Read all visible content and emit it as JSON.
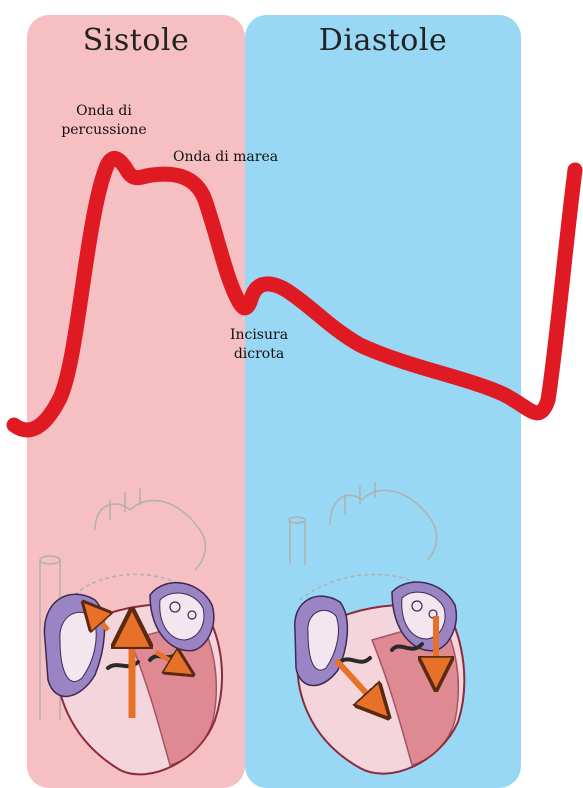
{
  "phases": {
    "systole": "Sistole",
    "diastole": "Diastole"
  },
  "waveform_labels": {
    "percussion_wave": "Onda di percussione",
    "tidal_wave": "Onda di marea",
    "dicrotic_notch": "Incisura dicrota"
  },
  "colors": {
    "systole_bg": "#f6bfc2",
    "diastole_bg": "#99d8f5",
    "waveform": "#e01a22",
    "arrow": "#e8712a",
    "atrium": "#9b84c4"
  },
  "icons": [
    "heart-systole-illustration",
    "heart-diastole-illustration"
  ]
}
